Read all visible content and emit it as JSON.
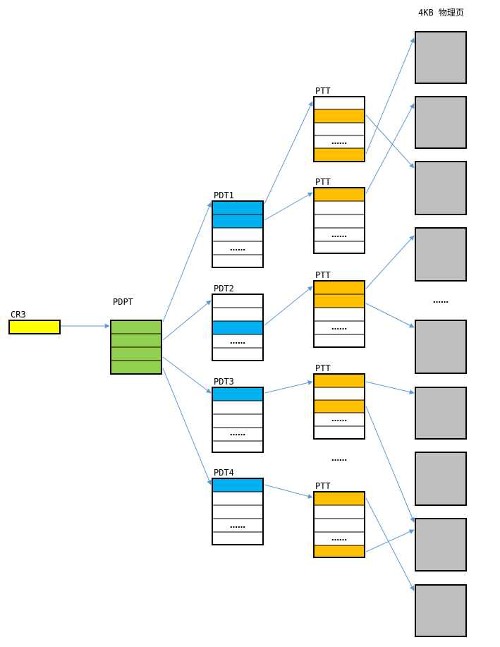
{
  "colors": {
    "cr3": "#ffff00",
    "pdpt": "#92d050",
    "pdt": "#00b0f0",
    "ptt": "#ffc000",
    "empty": "#ffffff",
    "page": "#bfbfbf",
    "arrow": "#5b9bd5"
  },
  "header": {
    "title": "4KB 物理页"
  },
  "cr3": {
    "label": "CR3"
  },
  "pdpt": {
    "label": "PDPT"
  },
  "pdts": [
    {
      "label": "PDT1",
      "dots": "……"
    },
    {
      "label": "PDT2",
      "dots": "……"
    },
    {
      "label": "PDT3",
      "dots": "……"
    },
    {
      "label": "PDT4",
      "dots": "……"
    }
  ],
  "ptts": [
    {
      "label": "PTT",
      "dots": "……"
    },
    {
      "label": "PTT",
      "dots": "……"
    },
    {
      "label": "PTT",
      "dots": "……"
    },
    {
      "label": "PTT",
      "dots": "……"
    },
    {
      "label": "PTT",
      "dots": "……"
    }
  ],
  "ptt_gap": {
    "text": "……"
  },
  "pages_gap": {
    "text": "……"
  }
}
